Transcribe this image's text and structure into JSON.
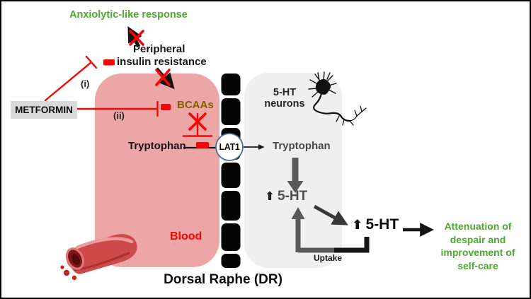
{
  "figure": {
    "type": "biomedical-pathway-diagram",
    "caption": "Metformin action on serotonin in the Dorsal Raphe"
  },
  "labels": {
    "anxiolytic_response": "Anxiolytic-like response",
    "peripheral": "Peripheral",
    "insulin_resistance": "insulin resistance",
    "metformin": "METFORMIN",
    "pathway_i": "(i)",
    "pathway_ii": "(ii)",
    "bcaas": "BCAAs",
    "tryptophan_blood": "Tryptophan",
    "lat1": "LAT1",
    "tryptophan_dr": "Tryptophan",
    "ht_neurons": "5-HT neurons",
    "up_symbol": "⬆",
    "ht_dr": "5-HT",
    "ht_synapse": "5-HT",
    "uptake": "Uptake",
    "blood": "Blood",
    "dorsal_raphe": "Dorsal Raphe (DR)",
    "outcome_line1": "Attenuation of",
    "outcome_line2": "despair and",
    "outcome_line3": "improvement of",
    "outcome_line4": "self-care"
  },
  "icons": {
    "neuron": "serotonergic-neuron-drawing",
    "blood_vessel": "blood-vessel-open-tube",
    "membrane": "cell-membrane-black-blocks",
    "red_cross": "blocked-pathway-x",
    "inhibition_bar": "t-bar-inhibition",
    "red_block": "decrease-block"
  },
  "colors": {
    "outcome_green": "#4EA72E",
    "inhibition_red": "#FF0000",
    "blood_region_pink": "#ECA6A6",
    "dr_region_gray": "#EFEFEF",
    "metformin_box_gray": "#D9D9D9",
    "bcaas_olive": "#7F6000",
    "arrow_dark_gray": "#595959",
    "lat1_ring_blue": "#4C6E96",
    "blood_text_red": "#FF0000"
  }
}
